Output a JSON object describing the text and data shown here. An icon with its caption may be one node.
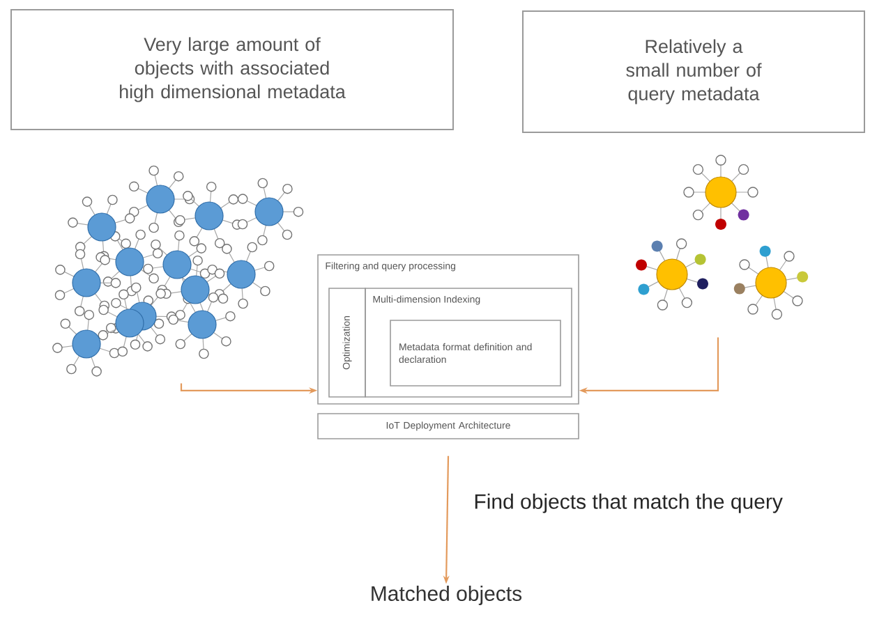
{
  "diagram": {
    "nodes": [
      {
        "text": [
          "Very large amount of objects with associated high dimensional metadata"
        ]
      },
      {
        "text": [
          "Relatively a small number of query metadata"
        ]
      },
      {
        "text": [],
        "shape": "picture"
      },
      {
        "text": [],
        "shape": "picture"
      },
      {
        "text": [
          "Filtering and query processing"
        ]
      },
      {
        "text": [
          "Optimization"
        ],
        "in": 4
      },
      {
        "text": [
          "Multi-dimension Indexing"
        ],
        "in": 4
      },
      {
        "text": [
          "Metadata format definition and declaration"
        ],
        "in": 6
      },
      {
        "text": [
          "IoT Deployment Architecture"
        ]
      },
      {
        "text": [
          "Matched objects"
        ]
      }
    ],
    "edges": [
      {
        "from": 2,
        "to": 4,
        "arrow": "to"
      },
      {
        "from": 3,
        "to": 4,
        "arrow": "to"
      },
      {
        "from": 8,
        "to": 9,
        "arrow": "to",
        "label": "Find objects that match the query"
      }
    ]
  }
}
